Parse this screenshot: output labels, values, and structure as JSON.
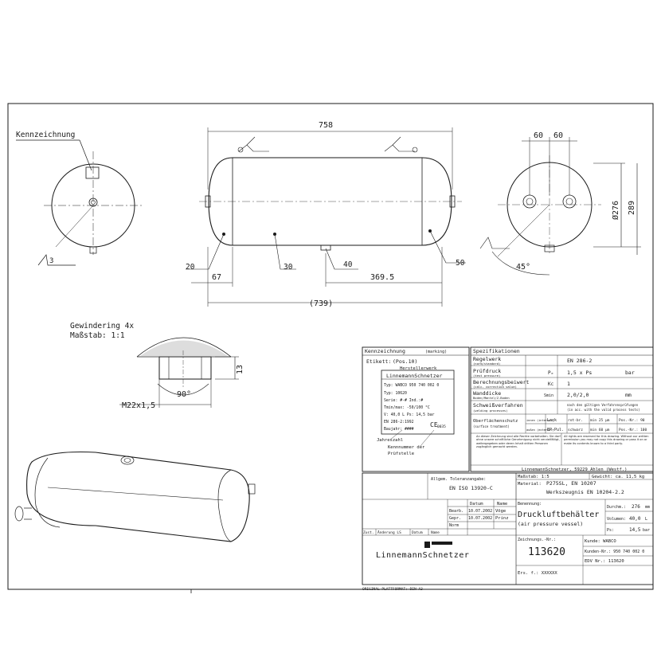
{
  "views": {
    "left_label": "Kennzeichnung",
    "left_dim": "3",
    "top_dim": "758",
    "pos": [
      "20",
      "30",
      "40",
      "50"
    ],
    "dim_67": "67",
    "dim_369": "369.5",
    "dim_739": "(739)",
    "dim_60a": "60",
    "dim_60b": "60",
    "dim_276": "Ø276",
    "dim_289": "289",
    "dim_45": "45°"
  },
  "thread": {
    "title": "Gewindering 4x",
    "scale": "Maßstab:  1:1",
    "dim_13": "13",
    "dim_90": "90°",
    "spec": "M22x1,5"
  },
  "marking": {
    "header": "Kennzeichnung",
    "header_sub": "(marking)",
    "etikett": "Etikett:",
    "pos": "(Pos.10)",
    "herstellerwerk": "Herstellerwerk",
    "brand": "LinnemannSchnetzer",
    "lines": [
      "Typ: WABCO 950 740 002 0",
      "Typ: 10620",
      "Serie: #-#      Ind.:#",
      "Tmin/max: -50/100 °C",
      "V: 40,0 L    Ps: 14,5 bar",
      "EN 286-2:1992",
      "Baujahr: ####"
    ],
    "ce_mark": "CE",
    "ce_num": "0035",
    "jahreszahl": "Jahreszahl",
    "kennnummer1": "Kennnummer der",
    "kennnummer2": "Prüfstelle"
  },
  "spec": {
    "header": "Spezifikationen",
    "rows": [
      {
        "label": "Regelwerk",
        "sub": "(norm/standard)",
        "sym": "",
        "value": "EN 286-2",
        "unit": ""
      },
      {
        "label": "Prüfdruck",
        "sub": "(test pressure)",
        "sym": "Pₑ",
        "value": "1,5 x Ps",
        "unit": "bar"
      },
      {
        "label": "Berechnungsbeiwert",
        "sub": "(calc. correction value)",
        "sym": "Kc",
        "value": "1",
        "unit": ""
      },
      {
        "label": "Wanddicke",
        "sub": "Boden/Mantel/Z-Boden",
        "sym": "Smin",
        "value": "2,0/2,0",
        "unit": "mm"
      }
    ],
    "weld_label": "Schweißverfahren",
    "weld_sub": "(welding processes)",
    "weld_value1": "nach den gültigen Verfahrensprüfungen",
    "weld_value2": "(in acc. with the valid process tests)",
    "surface_label": "Oberflächenschutz",
    "surface_sub": "(surface treatment)",
    "surface_rows": [
      {
        "side": "innen (internal)",
        "type": "Lack",
        "color": "rot-br.",
        "thick": "min 25 µm",
        "pos": "Pos.-Nr.: 90"
      },
      {
        "side": "außen (external)",
        "type": "EP-Pul.",
        "color": "schwarz",
        "thick": "min 60 µm",
        "pos": "Pos.-Nr.: 100"
      }
    ],
    "notice_de": "An dieser Zeichnung sind alle Rechte vorbehalten. Sie darf ohne unsere schriftliche Genehmigung nicht vervielfältigt, weitergegeben oder deren Inhalt dritten Personen zugänglich gemacht werden.",
    "notice_en": "All rights are reserved for this drawing. Without our written permission you may not copy this drawing or pass it on or make its contents known to a third party.",
    "company": "LinnemannSchnetzer, 59229 Ahlen (Westf.)"
  },
  "title_block": {
    "tol_label": "Allgem. Toleranzangabe:",
    "tol_value": "EN ISO 13920-C",
    "datum": "Datum",
    "name": "Name",
    "bearb": "Bearb.",
    "bearb_date": "10.07.2002",
    "bearb_name": "Vöge",
    "gepr": "Gepr.",
    "gepr_date": "10.07.2002",
    "gepr_name": "Prinz",
    "norm": "Norm",
    "zust": "Zust.",
    "aenderung": "Änderung LS",
    "datum2": "Datum",
    "name2": "Name",
    "massstab": "Maßstab: 1:5",
    "gewicht": "Gewicht: ca. 11,5 kg",
    "material_label": "Material:",
    "material1": "P275SL, EN 10207",
    "material2": "Werkszeugnis EN 10204-2.2",
    "benennung_label": "Benennung:",
    "benennung": "Druckluftbehälter",
    "benennung_en": "(air pressure vessel)",
    "durchm": "Durchm.:",
    "durchm_val": "276",
    "durchm_unit": "mm",
    "volumen": "Volumen:",
    "volumen_val": "40,0",
    "volumen_unit": "L",
    "ps": "Ps:",
    "ps_val": "14,5",
    "ps_unit": "bar",
    "zeichnungs_label": "Zeichnungs.-Nr.:",
    "zeichnungs_nr": "113620",
    "kunde": "Kunde: WABCO",
    "kunden_nr": "Kunden-Nr.: 950 740 002 0",
    "edv": "EDV Nr.: 113620",
    "ers": "Ers. f.: XXXXXX",
    "logo": "LinnemannSchnetzer",
    "footer": "ORIGINAL PLATTFORMAT: DIN A3"
  }
}
